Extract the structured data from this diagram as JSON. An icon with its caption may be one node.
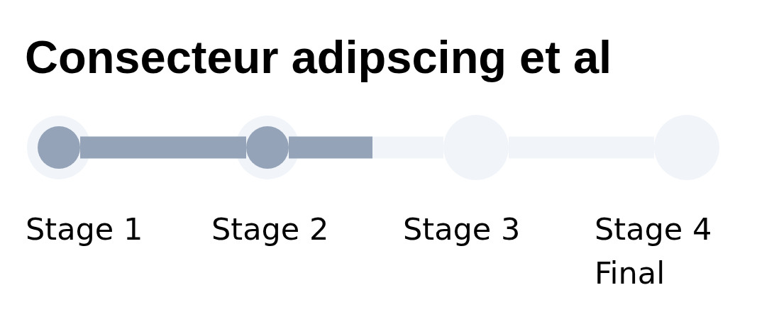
{
  "diagram": {
    "title": "Consecteur adipscing et al",
    "nodes": [
      {
        "text": [
          "Stage 1"
        ]
      },
      {
        "text": [
          "Stage 2"
        ]
      },
      {
        "text": [
          "Stage 3"
        ]
      },
      {
        "text": [
          "Stage 4 Final"
        ]
      }
    ],
    "edges": [
      {
        "from": 0,
        "to": 1,
        "arrow": "none",
        "color": "#94a3b8"
      },
      {
        "from": 1,
        "to": null,
        "arrow": "none",
        "color": "#94a3b8"
      },
      {
        "from": null,
        "to": 2,
        "arrow": "none",
        "color": "#f1f5f9"
      },
      {
        "from": 2,
        "to": 3,
        "arrow": "none",
        "color": "#f1f5f9"
      }
    ]
  }
}
